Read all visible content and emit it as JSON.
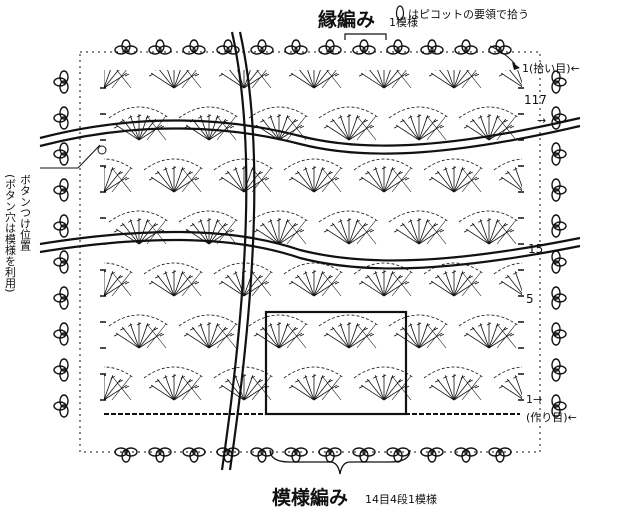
{
  "edge_title": "縁編み",
  "edge_repeat": "1模様",
  "picot_note": "はピコットの要領で拾う",
  "pickup_label": "1(拾い目)←",
  "row_117": "117",
  "row_15": "15",
  "row_5": "5",
  "row_1": "1→",
  "foundation_label": "(作り目)←",
  "button_note_1": "ボタンつけ位置",
  "button_note_2": "(ボタン穴は模様を利用)",
  "pattern_title": "模様編み",
  "pattern_note": "14目4段1模様",
  "arrow_right": "→",
  "colors": {
    "ink": "#111111",
    "paper": "#ffffff"
  }
}
